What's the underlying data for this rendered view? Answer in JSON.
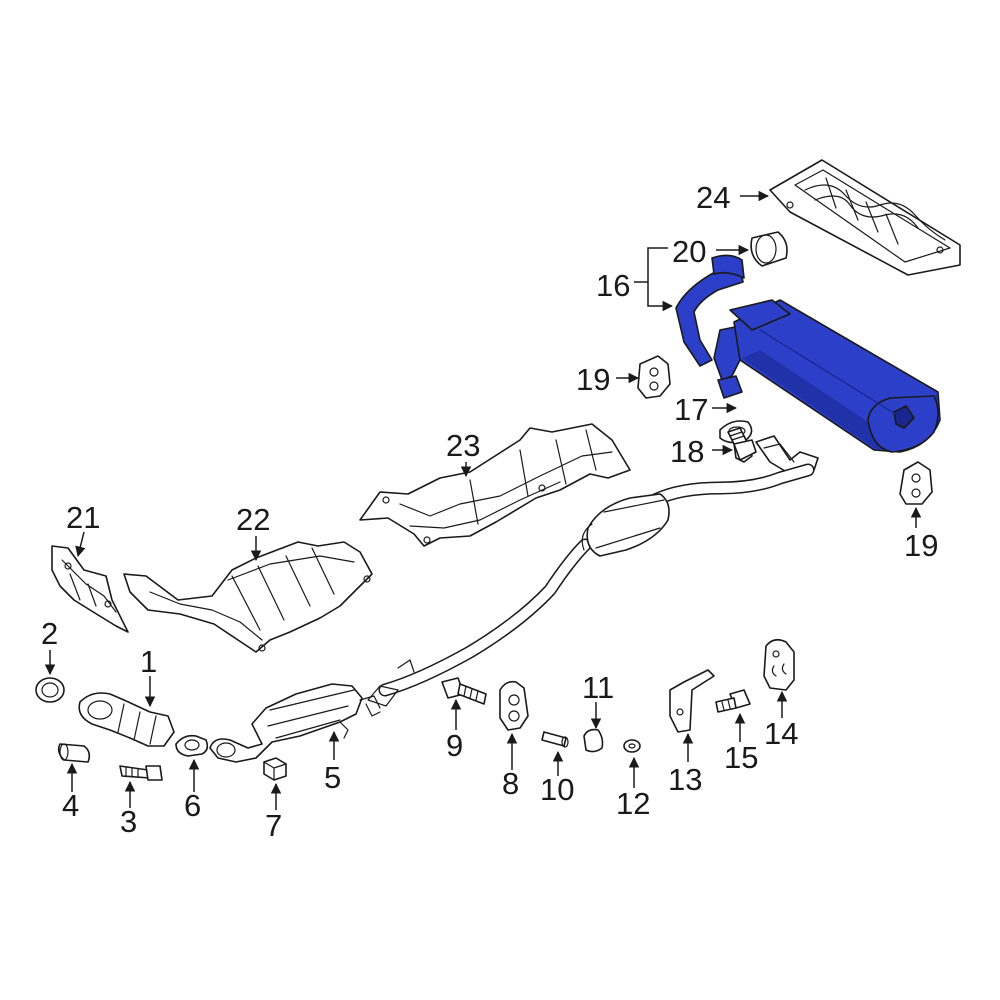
{
  "colors": {
    "line": "#1a1a1a",
    "highlight": "#2b3fc8",
    "highlight_dark": "#1a2690",
    "background": "#ffffff"
  },
  "callouts": {
    "c1": "1",
    "c2": "2",
    "c3": "3",
    "c4": "4",
    "c5": "5",
    "c6": "6",
    "c7": "7",
    "c8": "8",
    "c9": "9",
    "c10": "10",
    "c11": "11",
    "c12": "12",
    "c13": "13",
    "c14": "14",
    "c15": "15",
    "c16": "16",
    "c17": "17",
    "c18": "18",
    "c19a": "19",
    "c19b": "19",
    "c20": "20",
    "c21": "21",
    "c22": "22",
    "c23": "23",
    "c24": "24"
  }
}
